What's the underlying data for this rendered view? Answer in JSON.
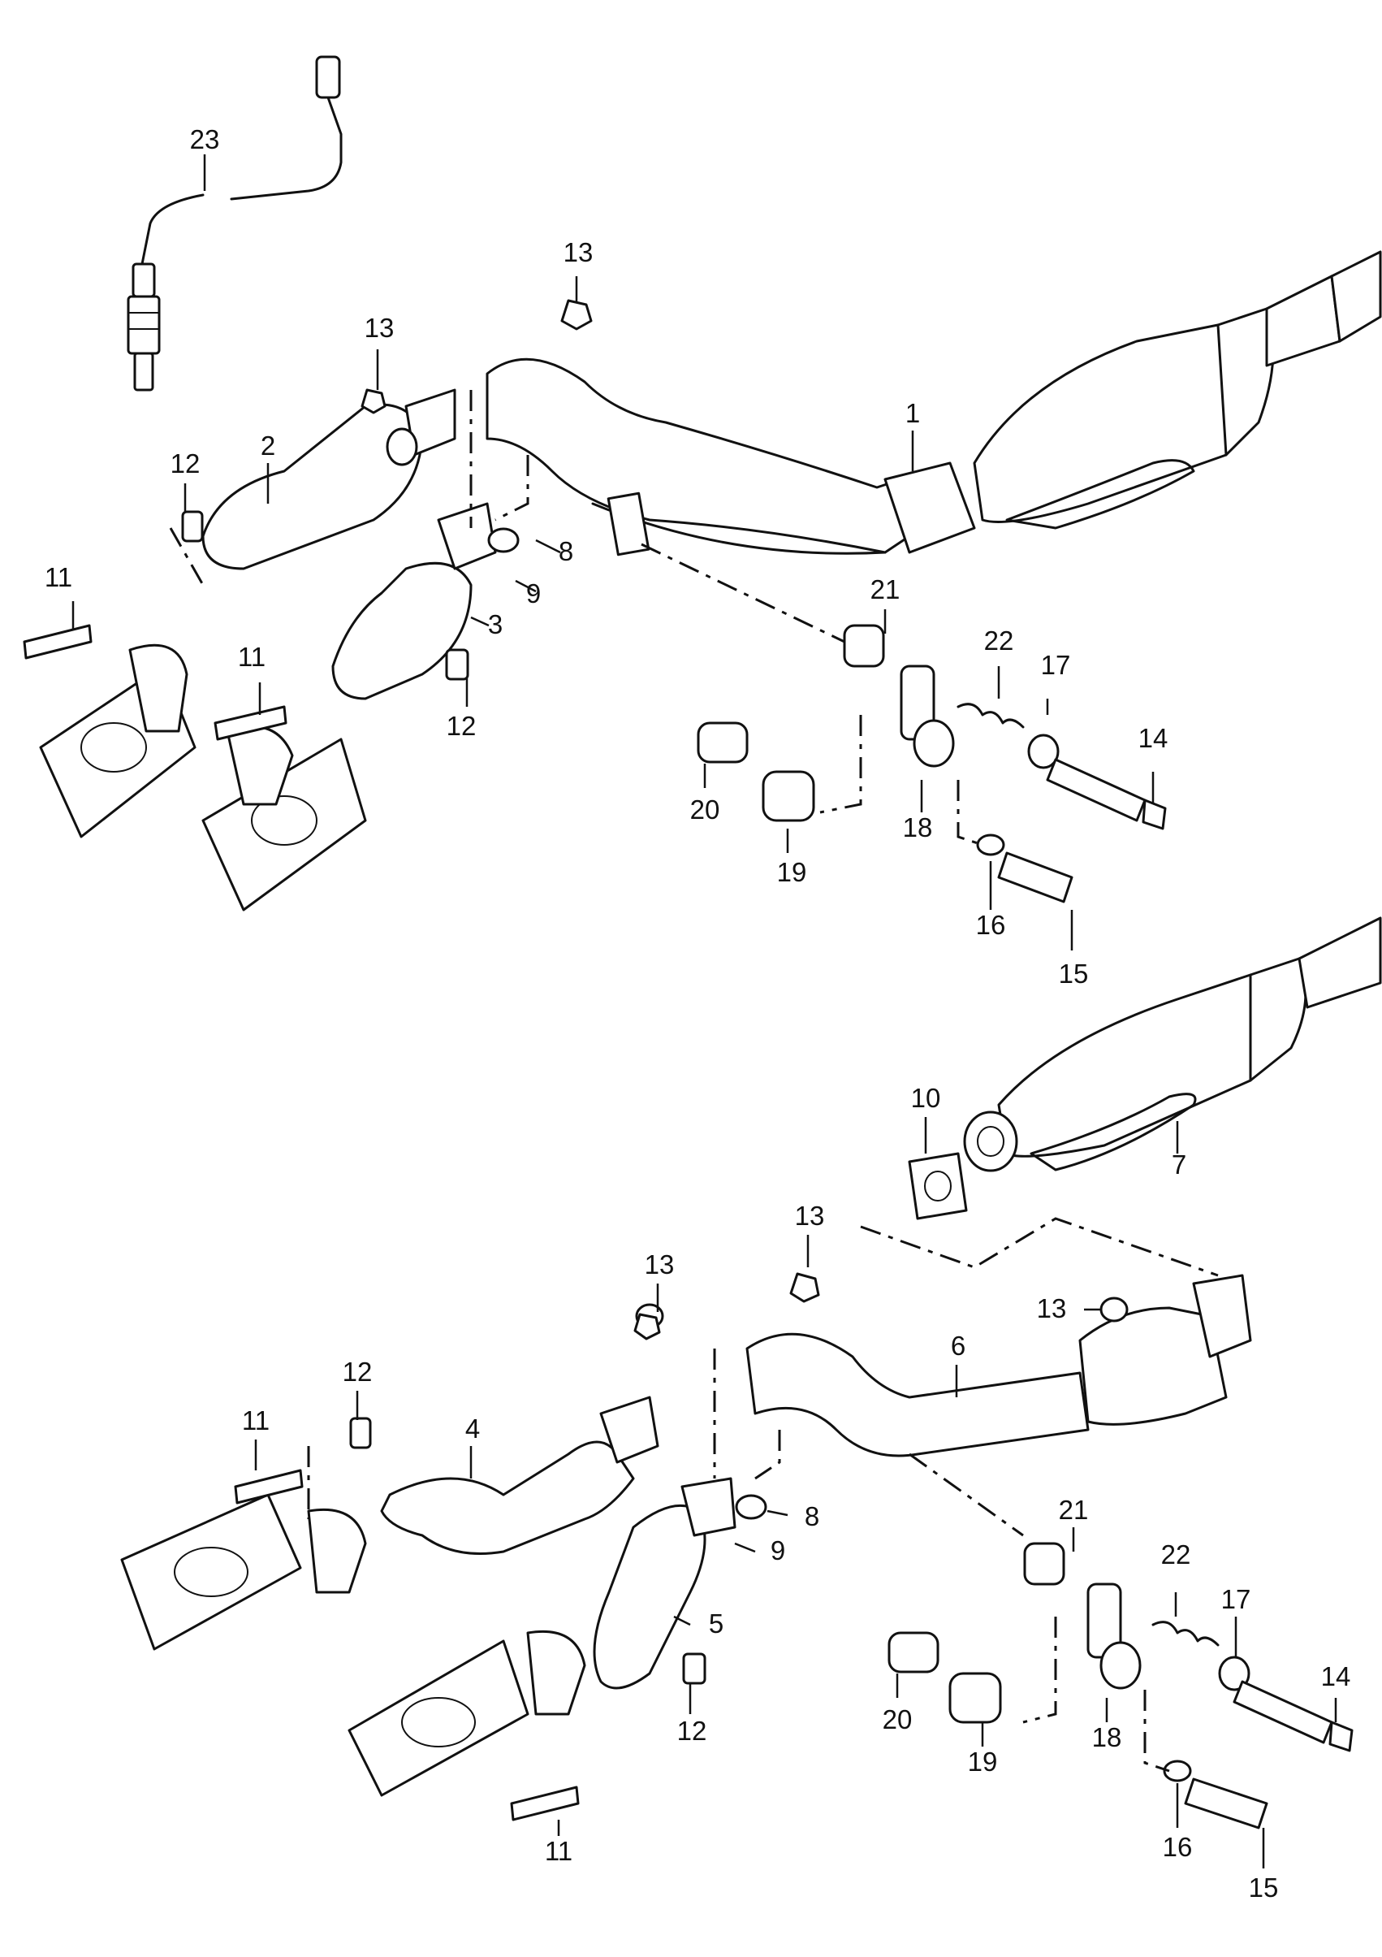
{
  "callouts": {
    "top": {
      "c1": "1",
      "c2": "2",
      "c3": "3",
      "c8": "8",
      "c9": "9",
      "c11a": "11",
      "c11b": "11",
      "c12a": "12",
      "c12b": "12",
      "c13a": "13",
      "c13b": "13",
      "c14": "14",
      "c15": "15",
      "c16": "16",
      "c17": "17",
      "c18": "18",
      "c19": "19",
      "c20": "20",
      "c21": "21",
      "c22": "22",
      "c23": "23"
    },
    "bottom": {
      "c4": "4",
      "c5": "5",
      "c6": "6",
      "c7": "7",
      "c8": "8",
      "c9": "9",
      "c10": "10",
      "c11a": "11",
      "c11b": "11",
      "c12a": "12",
      "c12b": "12",
      "c13a": "13",
      "c13b": "13",
      "c13c": "13",
      "c14": "14",
      "c15": "15",
      "c16": "16",
      "c17": "17",
      "c18": "18",
      "c19": "19",
      "c20": "20",
      "c21": "21",
      "c22": "22"
    }
  }
}
